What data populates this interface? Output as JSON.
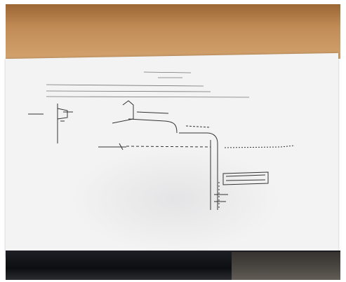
{
  "scene": {
    "description_items": [
      "desk-surface",
      "paper-sheet",
      "hand-drawn-sketch",
      "dark-lower-area"
    ]
  },
  "sheet": {
    "title": "",
    "subtitle": "",
    "lines": [
      "",
      "",
      ""
    ]
  },
  "colors": {
    "desk": "#c08a55",
    "paper": "#f3f3f3",
    "ink": "#222222",
    "dark_area": "#111215"
  }
}
